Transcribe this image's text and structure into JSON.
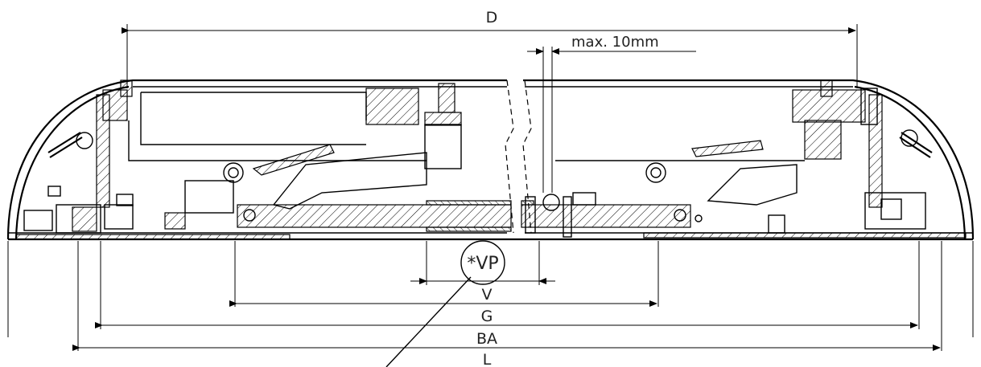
{
  "dimensions": {
    "D": "D",
    "V": "V",
    "G": "G",
    "BA": "BA",
    "L": "L",
    "max_gap": "max. 10mm"
  },
  "callout": {
    "label": "*VP"
  }
}
